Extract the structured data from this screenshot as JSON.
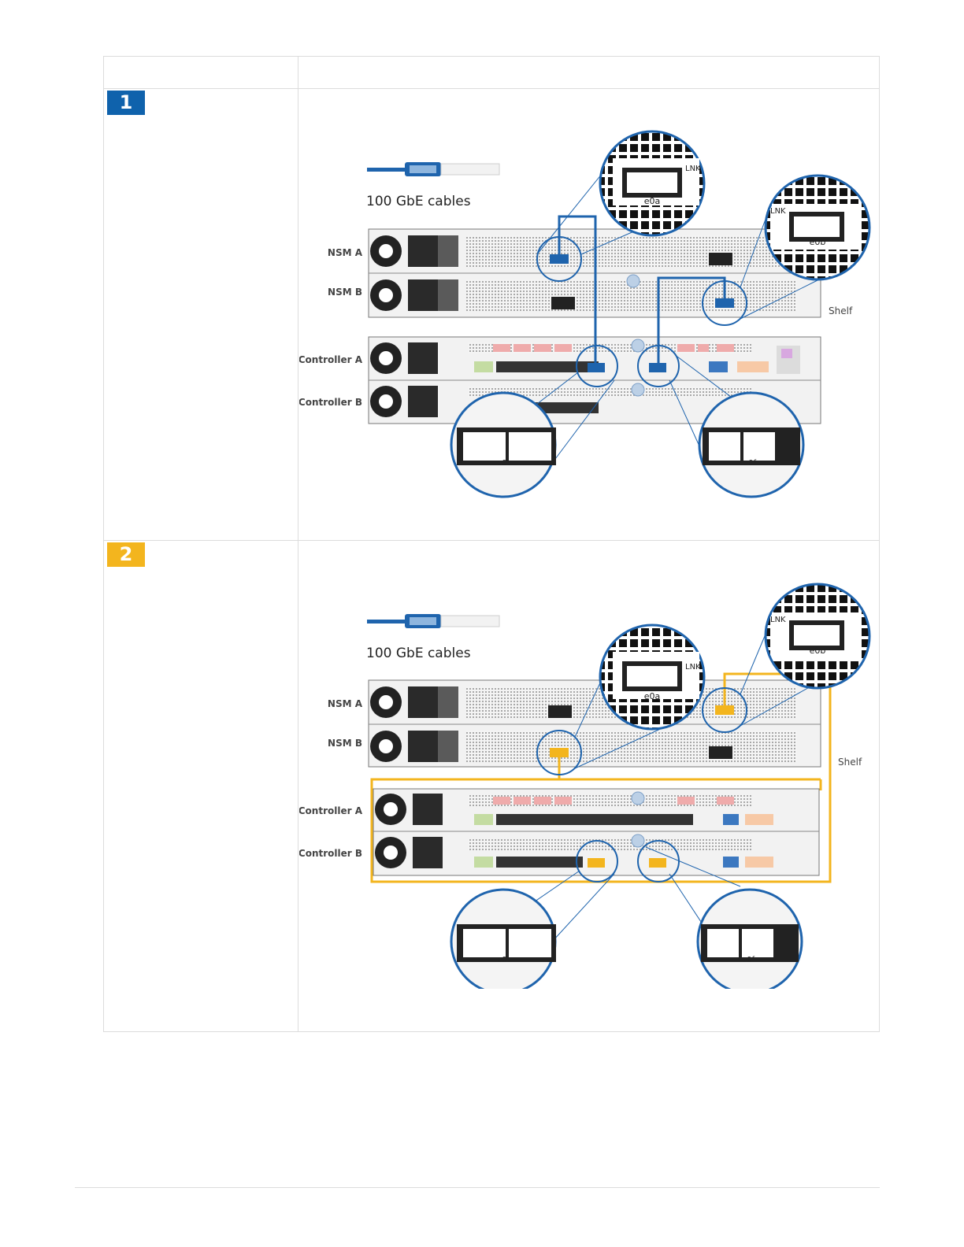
{
  "steps": [
    {
      "number": "1",
      "badge_color": "#0f62ac",
      "cable_color": "#1f64ad",
      "cable_label": "100 GbE cables",
      "labels": {
        "nsm_a": "NSM A",
        "nsm_b": "NSM B",
        "controller_a": "Controller A",
        "controller_b": "Controller B",
        "shelf": "Shelf"
      },
      "ports": {
        "e0a": "e0a",
        "e0b": "e0b",
        "e0c": "e0c",
        "e0f": "e0f",
        "lnk": "LNK"
      }
    },
    {
      "number": "2",
      "badge_color": "#f3b51e",
      "cable_color": "#f3b51e",
      "cable_label": "100 GbE cables",
      "labels": {
        "nsm_a": "NSM A",
        "nsm_b": "NSM B",
        "controller_a": "Controller A",
        "controller_b": "Controller B",
        "shelf": "Shelf"
      },
      "ports": {
        "e0a": "e0a",
        "e0b": "e0b",
        "e0c": "e0c",
        "e0f": "e0f",
        "lnk": "LNK"
      }
    }
  ]
}
